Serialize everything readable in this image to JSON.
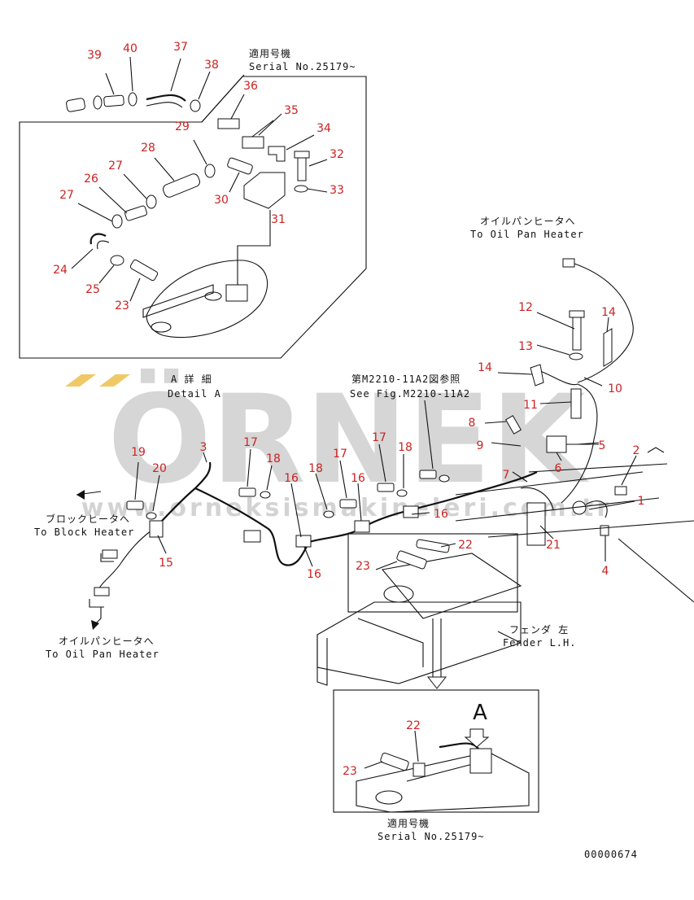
{
  "labels": {
    "serial_top": "適用号機",
    "serial_top_no": "Serial No.25179~",
    "to_oil_pan_jp_top": "オイルパンヒータへ",
    "to_oil_pan_en_top": "To Oil Pan Heater",
    "detail_jp": "A 詳 細",
    "detail_en": "Detail A",
    "fig_ref_jp": "第M2210-11A2図参照",
    "fig_ref_en": "See Fig.M2210-11A2",
    "to_block_jp": "ブロックヒータへ",
    "to_block_en": "To Block Heater",
    "to_oil_pan_jp_bottom": "オイルパンヒータへ",
    "to_oil_pan_en_bottom": "To Oil Pan Heater",
    "fender_jp": "フェンダ 左",
    "fender_en": "Fender L.H.",
    "view_marker": "A",
    "serial_bottom": "適用号機",
    "serial_bottom_no": "Serial No.25179~",
    "drawing_code": "00000674"
  },
  "watermark": {
    "brand": "ÖRNEK",
    "url": "www.orneksismakineleri.com.tr",
    "brand_color": "#c8c8c8",
    "accent_color": "#f0c866"
  },
  "parts": [
    {
      "id": "p39",
      "number": "39"
    },
    {
      "id": "p40",
      "number": "40"
    },
    {
      "id": "p37",
      "number": "37"
    },
    {
      "id": "p38",
      "number": "38"
    },
    {
      "id": "p36",
      "number": "36"
    },
    {
      "id": "p35",
      "number": "35"
    },
    {
      "id": "p34",
      "number": "34"
    },
    {
      "id": "p32",
      "number": "32"
    },
    {
      "id": "p33",
      "number": "33"
    },
    {
      "id": "p29",
      "number": "29"
    },
    {
      "id": "p28",
      "number": "28"
    },
    {
      "id": "p27a",
      "number": "27"
    },
    {
      "id": "p26",
      "number": "26"
    },
    {
      "id": "p27b",
      "number": "27"
    },
    {
      "id": "p30",
      "number": "30"
    },
    {
      "id": "p31",
      "number": "31"
    },
    {
      "id": "p24",
      "number": "24"
    },
    {
      "id": "p25",
      "number": "25"
    },
    {
      "id": "p23a",
      "number": "23"
    },
    {
      "id": "p12",
      "number": "12"
    },
    {
      "id": "p14a",
      "number": "14"
    },
    {
      "id": "p13",
      "number": "13"
    },
    {
      "id": "p14b",
      "number": "14"
    },
    {
      "id": "p10",
      "number": "10"
    },
    {
      "id": "p11",
      "number": "11"
    },
    {
      "id": "p8",
      "number": "8"
    },
    {
      "id": "p9",
      "number": "9"
    },
    {
      "id": "p5",
      "number": "5"
    },
    {
      "id": "p6",
      "number": "6"
    },
    {
      "id": "p2",
      "number": "2"
    },
    {
      "id": "p7",
      "number": "7"
    },
    {
      "id": "p1",
      "number": "1"
    },
    {
      "id": "p4",
      "number": "4"
    },
    {
      "id": "p21",
      "number": "21"
    },
    {
      "id": "p22a",
      "number": "22"
    },
    {
      "id": "p23b",
      "number": "23"
    },
    {
      "id": "p19",
      "number": "19"
    },
    {
      "id": "p20",
      "number": "20"
    },
    {
      "id": "p3",
      "number": "3"
    },
    {
      "id": "p17a",
      "number": "17"
    },
    {
      "id": "p18a",
      "number": "18"
    },
    {
      "id": "p16a",
      "number": "16"
    },
    {
      "id": "p18b",
      "number": "18"
    },
    {
      "id": "p17b",
      "number": "17"
    },
    {
      "id": "p16b",
      "number": "16"
    },
    {
      "id": "p17c",
      "number": "17"
    },
    {
      "id": "p18c",
      "number": "18"
    },
    {
      "id": "p16c",
      "number": "16"
    },
    {
      "id": "p15",
      "number": "15"
    },
    {
      "id": "p16d",
      "number": "16"
    },
    {
      "id": "p22b",
      "number": "22"
    },
    {
      "id": "p23c",
      "number": "23"
    }
  ]
}
